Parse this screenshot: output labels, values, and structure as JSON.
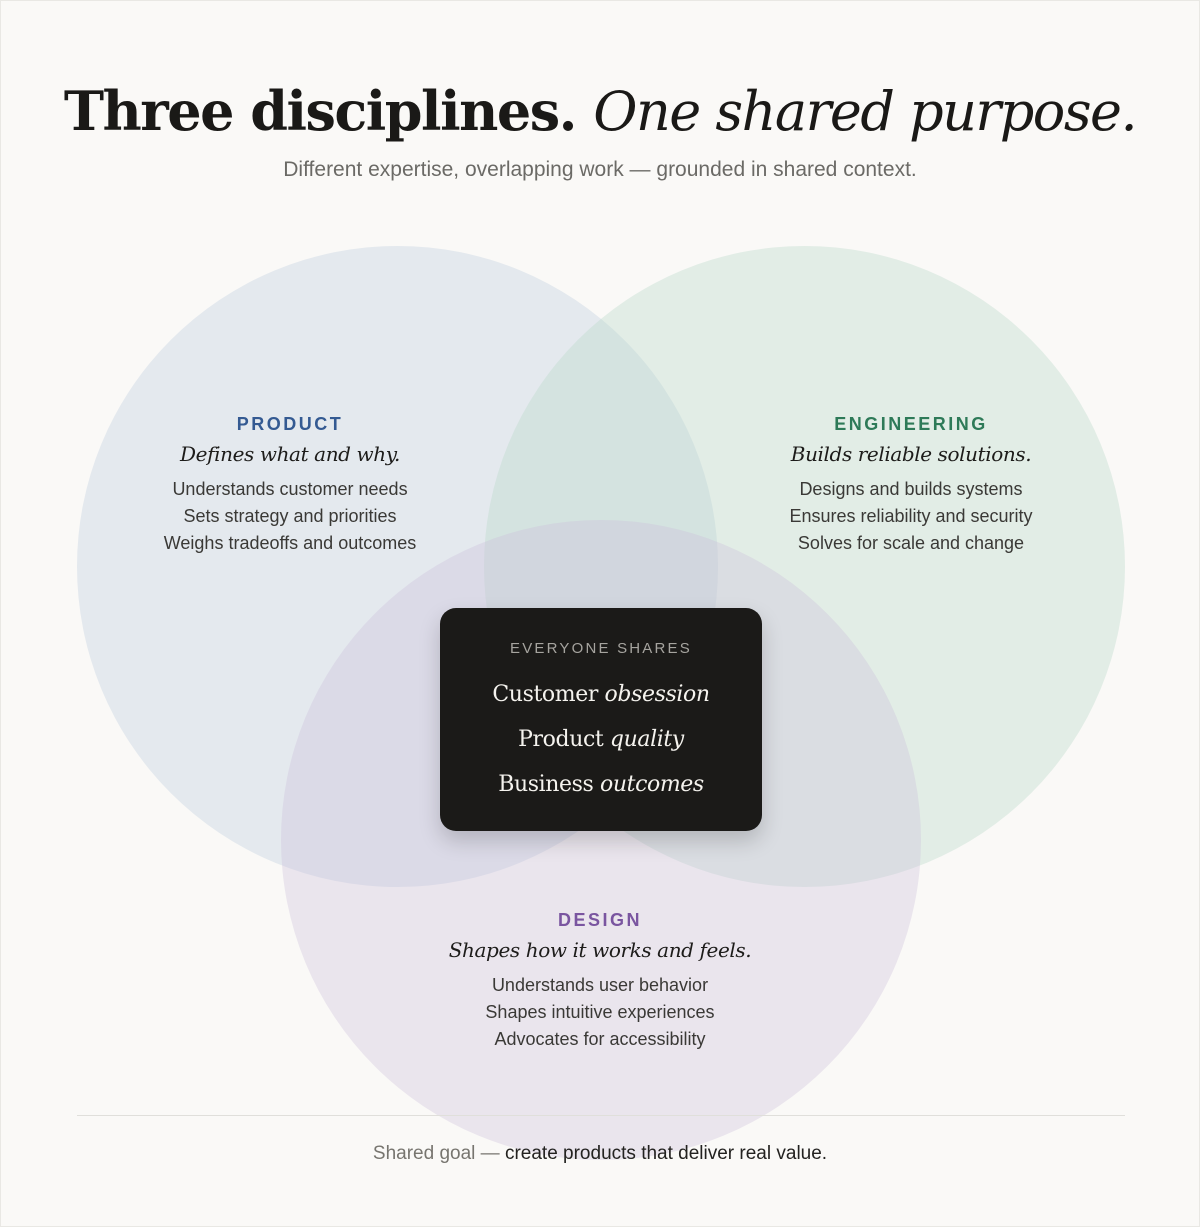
{
  "header": {
    "title_bold": "Three disciplines.",
    "title_italic": "One shared purpose.",
    "subtitle": "Different expertise, overlapping work — grounded in shared context."
  },
  "colors": {
    "product": "#345a92",
    "engineering": "#2e7a58",
    "design": "#7a55a0"
  },
  "disciplines": {
    "product": {
      "label": "PRODUCT",
      "tagline": "Defines what and why.",
      "items": [
        "Understands customer needs",
        "Sets strategy and priorities",
        "Weighs tradeoffs and outcomes"
      ]
    },
    "engineering": {
      "label": "ENGINEERING",
      "tagline": "Builds reliable solutions.",
      "items": [
        "Designs and builds systems",
        "Ensures reliability and security",
        "Solves for scale and change"
      ]
    },
    "design": {
      "label": "DESIGN",
      "tagline": "Shapes how it works and feels.",
      "items": [
        "Understands user behavior",
        "Shapes intuitive experiences",
        "Advocates for accessibility"
      ]
    }
  },
  "shared": {
    "label": "EVERYONE SHARES",
    "items": [
      {
        "plain": "Customer",
        "italic": "obsession"
      },
      {
        "plain": "Product",
        "italic": "quality"
      },
      {
        "plain": "Business",
        "italic": "outcomes"
      }
    ]
  },
  "footer": {
    "muted": "Shared goal —",
    "strong": "create products that deliver real value."
  }
}
